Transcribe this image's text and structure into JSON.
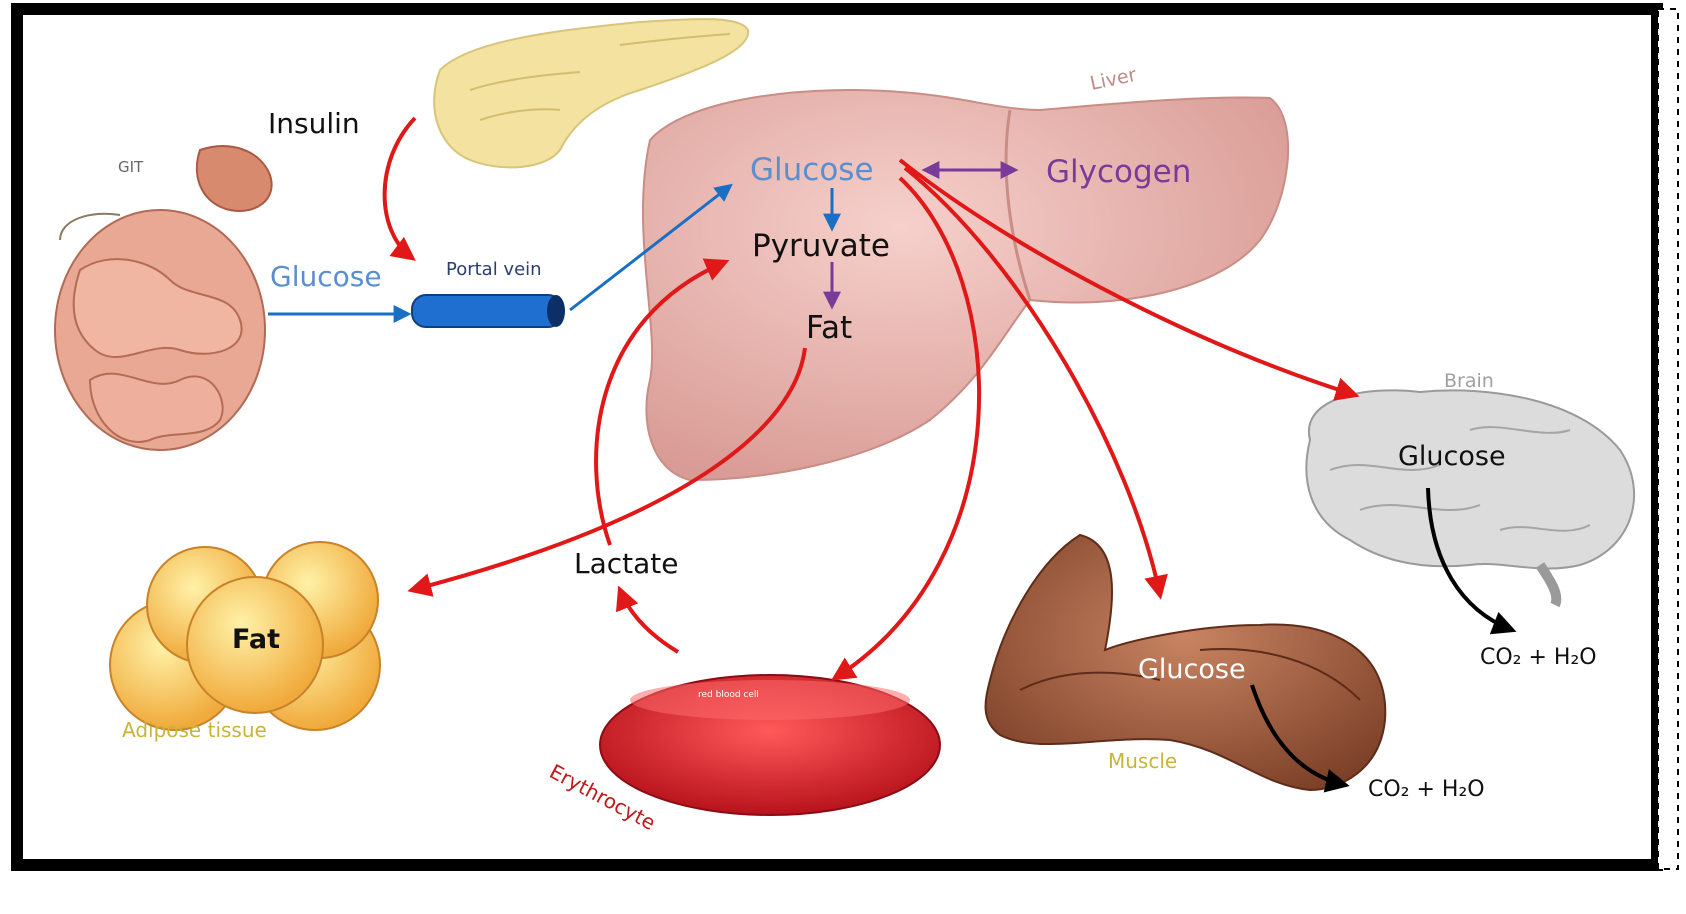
{
  "labels": {
    "insulin": "Insulin",
    "git": "GIT",
    "gut_glucose": "Glucose",
    "portal_vein": "Portal vein",
    "liver": "Liver",
    "liver_glucose": "Glucose",
    "glycogen": "Glycogen",
    "pyruvate": "Pyruvate",
    "liver_fat": "Fat",
    "brain": "Brain",
    "brain_glucose": "Glucose",
    "brain_output": "CO₂ + H₂O",
    "lactate": "Lactate",
    "adipose_fat": "Fat",
    "adipose_tissue": "Adipose tissue",
    "rbc_caption": "red blood cell",
    "erythrocyte": "Erythrocyte",
    "muscle_glucose": "Glucose",
    "muscle": "Muscle",
    "muscle_output": "CO₂ + H₂O"
  },
  "colors": {
    "frame": "#000000",
    "pathway_arrow": "#e01818",
    "absorption_arrow": "#1a6fc4",
    "glucose_text": "#5a8fcf",
    "glycogen_text": "#7a3a9a",
    "liver_fill": "#e8b4ae",
    "pancreas_fill": "#f3e2a0",
    "erythrocyte_fill": "#e0202a",
    "muscle_fill": "#a05a3c",
    "brain_fill": "#d9d9d9",
    "adipose_fill": "#f7c84a"
  }
}
